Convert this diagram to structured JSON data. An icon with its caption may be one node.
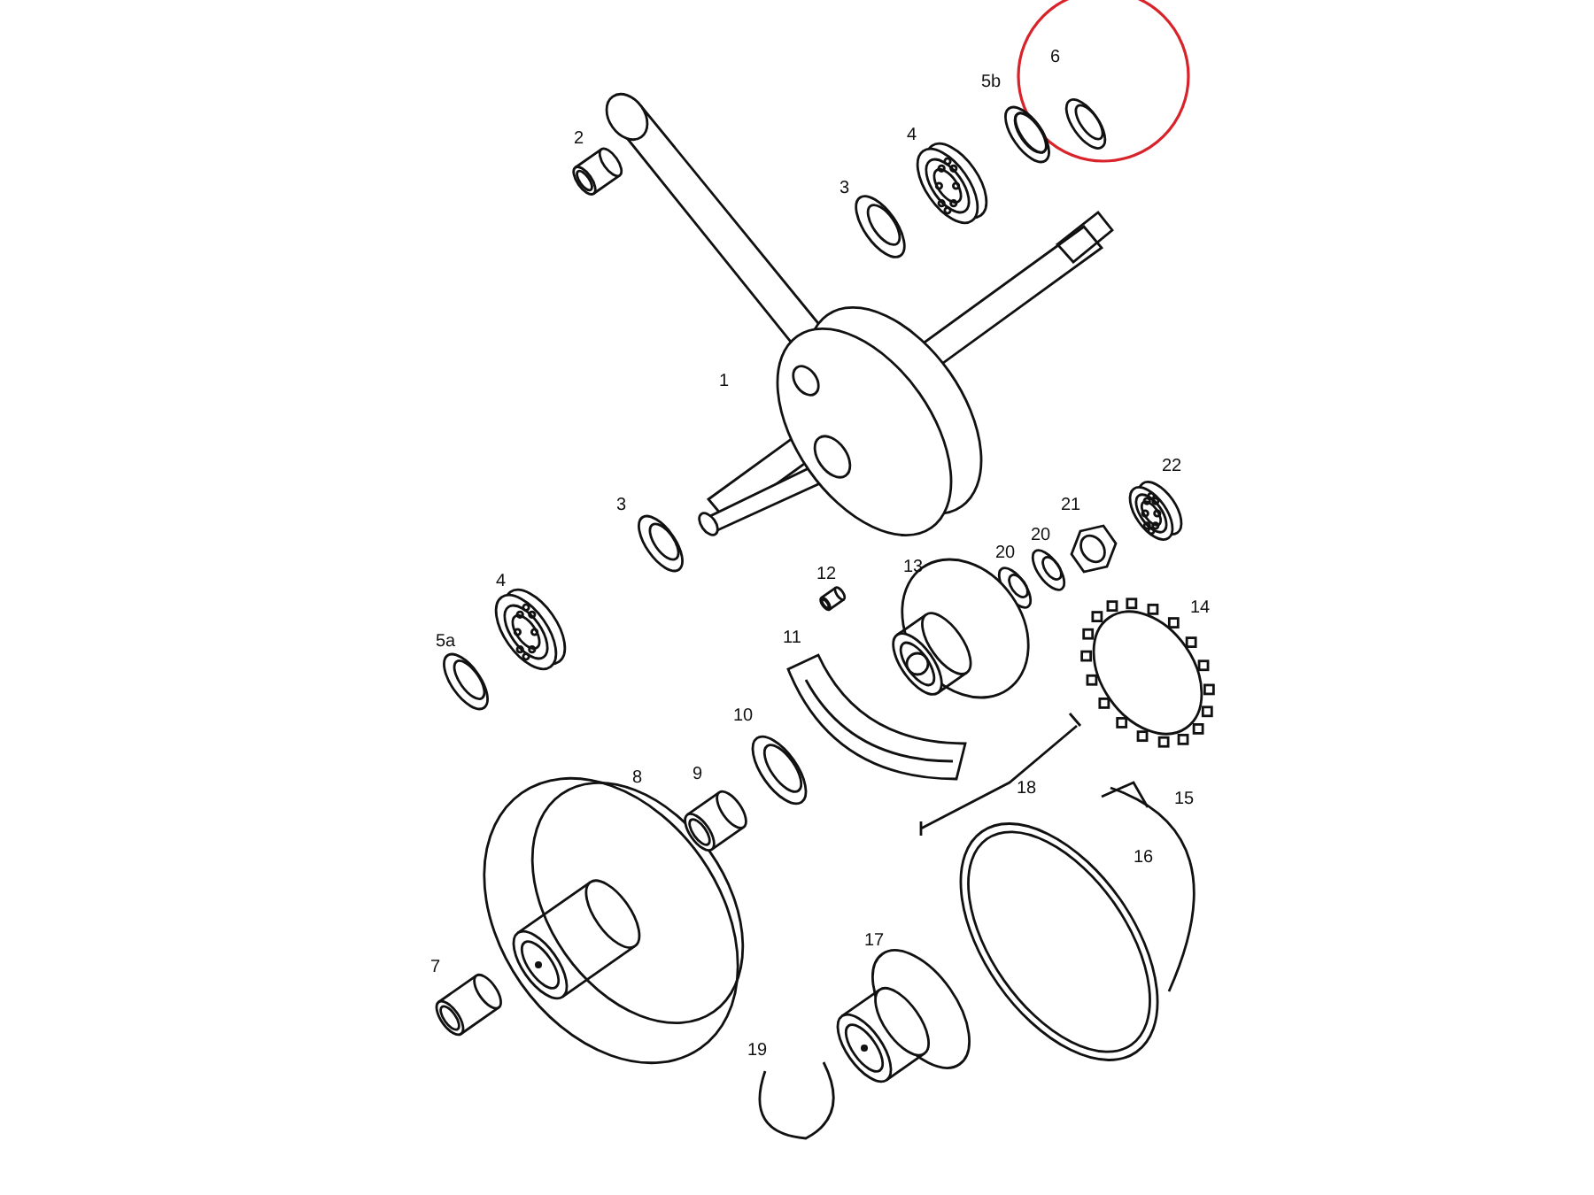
{
  "diagram": {
    "labels": [
      "6",
      "5b",
      "2",
      "4",
      "3",
      "1",
      "22",
      "3",
      "21",
      "20",
      "20",
      "13",
      "12",
      "4",
      "14",
      "5a",
      "11",
      "10",
      "8",
      "9",
      "18",
      "15",
      "16",
      "17",
      "7",
      "19"
    ]
  }
}
